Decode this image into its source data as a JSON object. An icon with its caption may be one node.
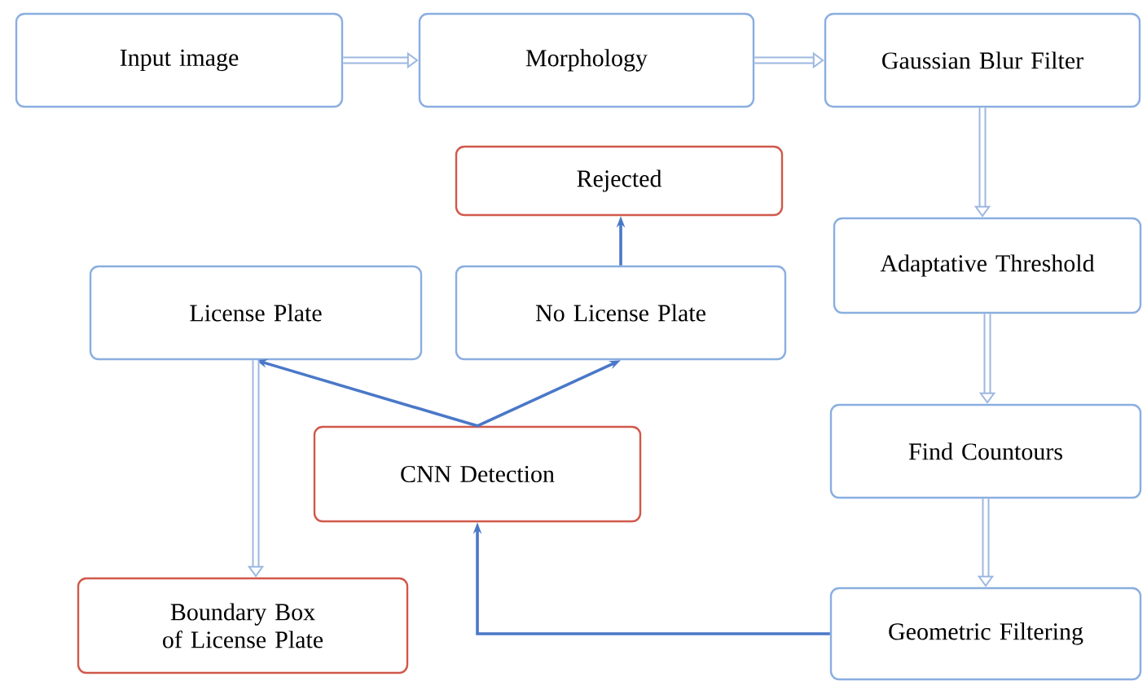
{
  "diagram": {
    "nodes": [
      {
        "text": [
          "Input image"
        ]
      },
      {
        "text": [
          "Morphology"
        ]
      },
      {
        "text": [
          "Gaussian Blur Filter"
        ]
      },
      {
        "text": [
          "Rejected"
        ]
      },
      {
        "text": [
          "License Plate"
        ]
      },
      {
        "text": [
          "No License Plate"
        ]
      },
      {
        "text": [
          "Adaptative Threshold"
        ]
      },
      {
        "text": [
          "CNN Detection"
        ]
      },
      {
        "text": [
          "Find Countours"
        ]
      },
      {
        "text": [
          "Boundary Box of License Plate"
        ]
      },
      {
        "text": [
          "Geometric Filtering"
        ]
      }
    ],
    "edges": [
      {
        "from": 0,
        "to": 1,
        "arrow": "to"
      },
      {
        "from": 1,
        "to": 2,
        "arrow": "to"
      },
      {
        "from": 2,
        "to": 6,
        "arrow": "to"
      },
      {
        "from": 6,
        "to": 8,
        "arrow": "to"
      },
      {
        "from": 8,
        "to": 10,
        "arrow": "to"
      },
      {
        "from": 10,
        "to": 7,
        "arrow": "to",
        "color": "#4a78c8"
      },
      {
        "from": 7,
        "to": 4,
        "arrow": "to",
        "color": "#4a78c8"
      },
      {
        "from": 7,
        "to": 5,
        "arrow": "to",
        "color": "#4a78c8"
      },
      {
        "from": 5,
        "to": 3,
        "arrow": "to",
        "color": "#4a78c8"
      },
      {
        "from": 4,
        "to": 9,
        "arrow": "to"
      }
    ]
  }
}
